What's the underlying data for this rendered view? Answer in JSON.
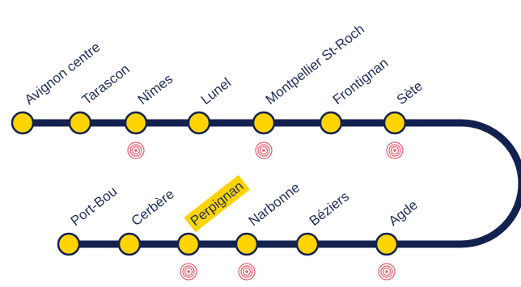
{
  "colors": {
    "track": "#13214f",
    "station_fill": "#ffd400",
    "station_stroke": "#13214f",
    "highlight": "#ffd400",
    "label": "#1f2d5a",
    "connection_icon": "#e25f6b"
  },
  "top_line": {
    "stations": [
      {
        "name": "Avignon centre",
        "connection_icon": false
      },
      {
        "name": "Tarascon",
        "connection_icon": false
      },
      {
        "name": "Nîmes",
        "connection_icon": true
      },
      {
        "name": "Lunel",
        "connection_icon": false
      },
      {
        "name": "Montpellier St-Roch",
        "connection_icon": true
      },
      {
        "name": "Frontignan",
        "connection_icon": false
      },
      {
        "name": "Sète",
        "connection_icon": true
      }
    ]
  },
  "bottom_line": {
    "stations": [
      {
        "name": "Port-Bou",
        "connection_icon": false,
        "highlighted": false
      },
      {
        "name": "Cerbère",
        "connection_icon": false,
        "highlighted": false
      },
      {
        "name": "Perpignan",
        "connection_icon": true,
        "highlighted": true
      },
      {
        "name": "Narbonne",
        "connection_icon": true,
        "highlighted": false
      },
      {
        "name": "Béziers",
        "connection_icon": false,
        "highlighted": false
      },
      {
        "name": "Agde",
        "connection_icon": true,
        "highlighted": false
      }
    ]
  }
}
